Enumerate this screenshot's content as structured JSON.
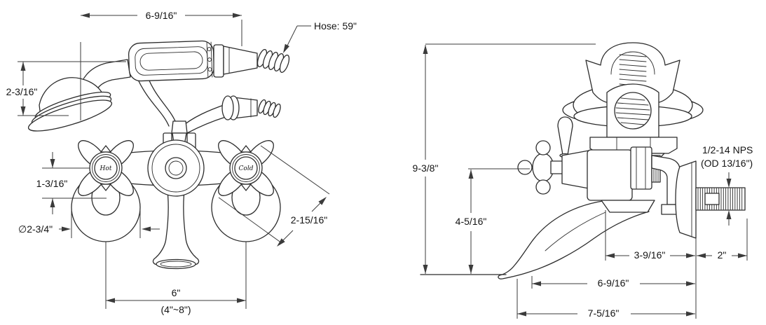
{
  "front_view": {
    "label_hose": "Hose: 59\"",
    "dim_top_width": "6-9/16\"",
    "dim_head_drop": "2-3/16\"",
    "dim_handle_drop": "1-3/16\"",
    "dim_escutcheon_diameter": "∅2-3/4\"",
    "dim_handle_width": "2-15/16\"",
    "dim_spread": "6\"",
    "dim_spread_range": "(4\"~8\")",
    "handle_hot": "Hot",
    "handle_cold": "Cold"
  },
  "side_view": {
    "dim_total_height": "9-3/8\"",
    "dim_spout_height": "4-5/16\"",
    "dim_spout_reach": "3-9/16\"",
    "dim_nipple_length": "2\"",
    "dim_depth": "6-9/16\"",
    "dim_total_depth": "7-5/16\"",
    "label_thread_line1": "1/2-14 NPS",
    "label_thread_line2": "(OD 13/16\")"
  },
  "colors": {
    "line": "#2c2c2c",
    "dimension": "#3b3b3b",
    "background": "#ffffff"
  }
}
